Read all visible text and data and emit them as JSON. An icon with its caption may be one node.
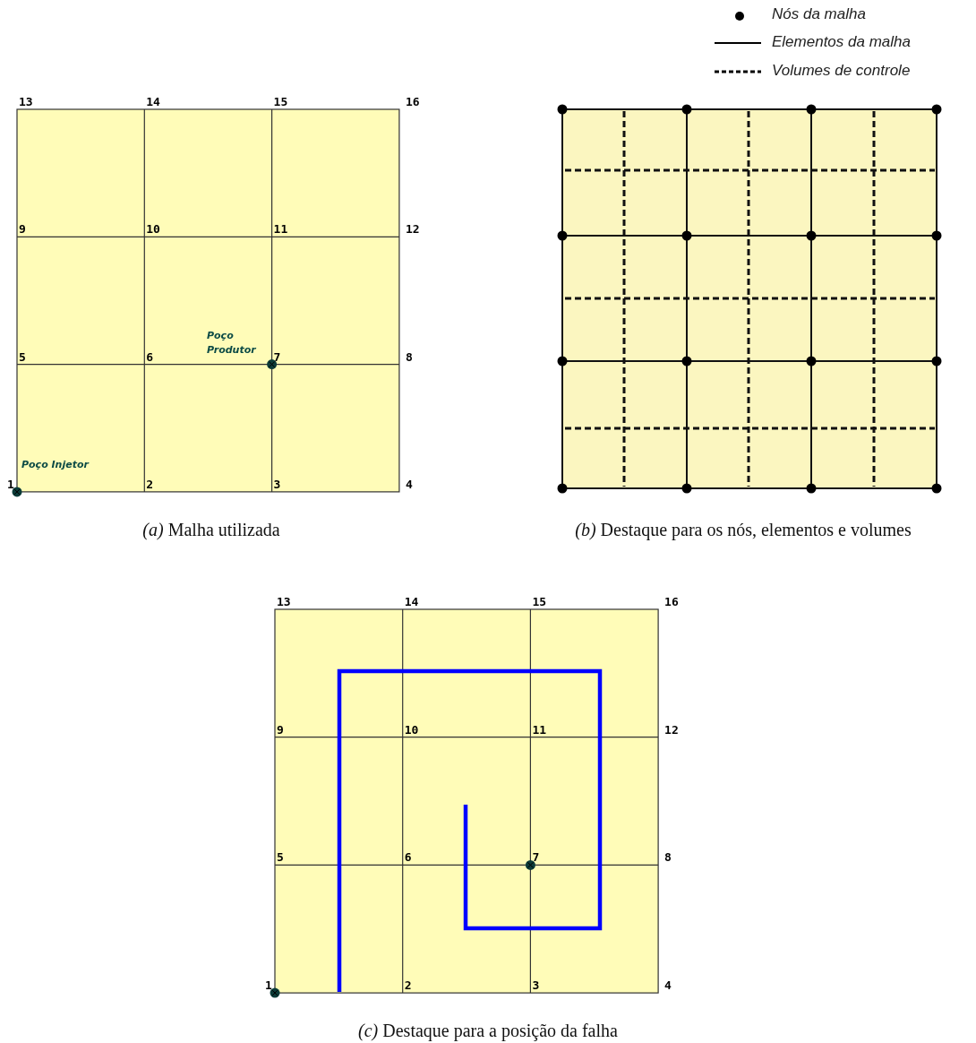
{
  "diagram": {
    "labels": [
      "13",
      "14",
      "15",
      "16",
      "9",
      "10",
      "11",
      "12",
      "Poço Produtor",
      "5",
      "6",
      "7",
      "8",
      "Poço Injetor",
      "1",
      "2",
      "3",
      "4",
      "*(a)* Malha utilizada",
      "*(b)* Destaque para os nós, elementos e volumes",
      "13",
      "14",
      "15",
      "16",
      "9",
      "10",
      "11",
      "12",
      "5",
      "6",
      "7",
      "8",
      "1",
      "2",
      "3",
      "4",
      "*(c)* Destaque para a posição da falha"
    ],
    "legend": [
      {
        "text": "Nós da malha"
      },
      {
        "text": "Elementos da malha"
      },
      {
        "text": "Volumes de controle"
      }
    ]
  }
}
